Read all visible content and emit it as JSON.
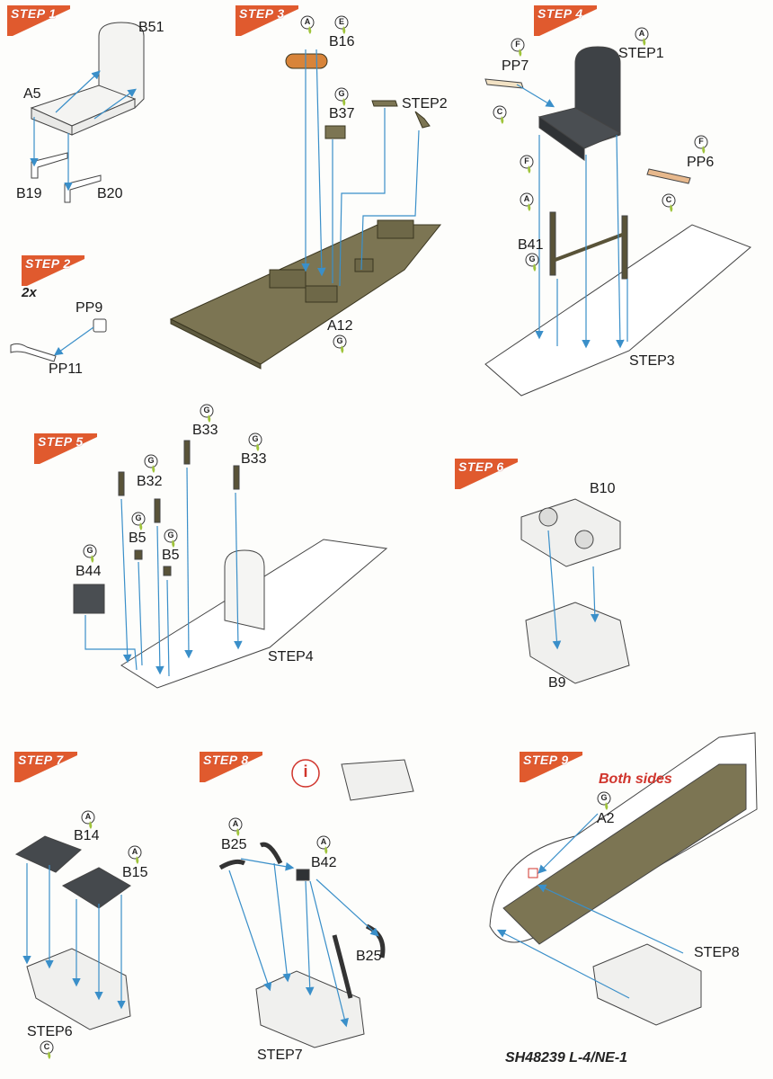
{
  "paints": {
    "A": "A",
    "C": "C",
    "E": "E",
    "F": "F",
    "G": "G"
  },
  "steps": [
    {
      "flag": "STEP 1",
      "parts": [
        "B51",
        "A5",
        "B19",
        "B20"
      ]
    },
    {
      "flag": "STEP 2",
      "quantity": "2x",
      "parts": [
        "PP9",
        "PP11"
      ]
    },
    {
      "flag": "STEP 3",
      "parts": [
        "B16",
        "B37",
        "STEP2",
        "A12"
      ]
    },
    {
      "flag": "STEP 4",
      "parts": [
        "PP7",
        "STEP1",
        "PP6",
        "B41",
        "STEP3"
      ]
    },
    {
      "flag": "STEP 5",
      "parts": [
        "B33",
        "B33",
        "B32",
        "B5",
        "B5",
        "B44",
        "STEP4"
      ]
    },
    {
      "flag": "STEP 6",
      "parts": [
        "B10",
        "B9"
      ]
    },
    {
      "flag": "STEP 7",
      "parts": [
        "B14",
        "B15",
        "STEP6"
      ]
    },
    {
      "flag": "STEP 8",
      "parts": [
        "B25",
        "B42",
        "B25",
        "STEP7"
      ]
    },
    {
      "flag": "STEP 9",
      "note": "Both sides",
      "parts": [
        "A2",
        "STEP8"
      ]
    }
  ],
  "colors": {
    "flag": "#e05a2e",
    "arrow": "#3a8fc9",
    "floor": "#7c7553",
    "note": "#d0342c"
  },
  "footer": {
    "kit_code": "SH48239 L-4/NE-1"
  }
}
